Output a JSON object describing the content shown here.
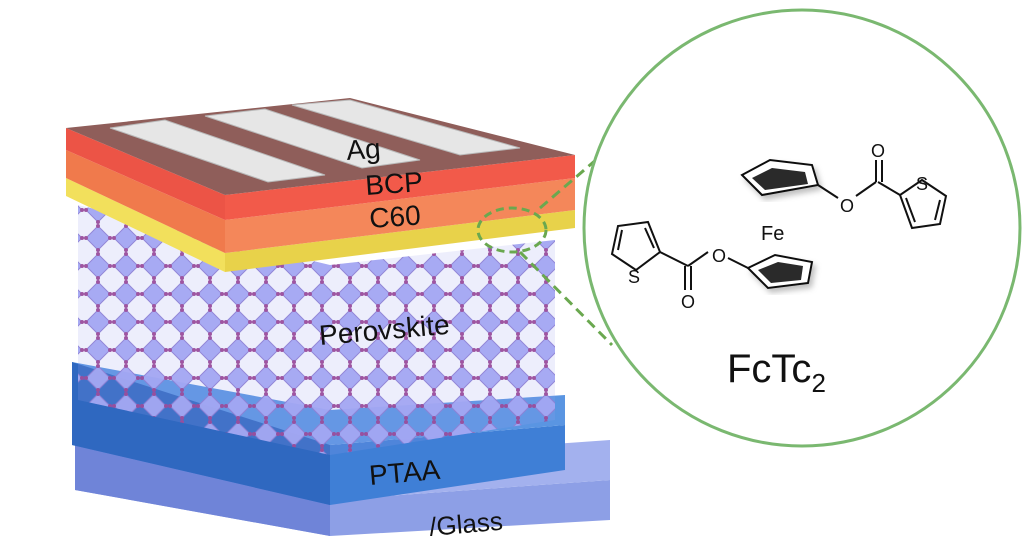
{
  "layers": {
    "ag": "Ag",
    "bcp": "BCP",
    "c60": "C60",
    "perovskite": "Perovskite",
    "ptaa": "PTAA",
    "glass": "/Glass"
  },
  "molecule": {
    "name_main": "FcTc",
    "name_sub": "2",
    "fe": "Fe",
    "atom_s": "S",
    "atom_o": "O"
  },
  "colors": {
    "ag": "#d9d9d9",
    "bcp": "#f25a4a",
    "c60": "#f47a4e",
    "yellow_band": "#f2e05c",
    "perovskite": "#9b9ef0",
    "ptaa": "#3f7fd6",
    "glass": "#7f92e0",
    "zoom_circle": "#7ab870",
    "dash": "#6aa84f"
  }
}
